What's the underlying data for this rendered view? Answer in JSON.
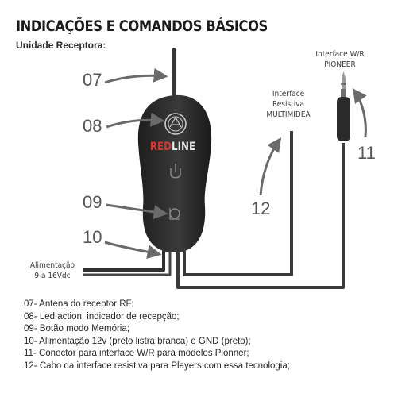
{
  "header": {
    "title": "INDICAÇÕES E COMANDOS BÁSICOS",
    "subtitle": "Unidade Receptora:"
  },
  "device": {
    "brand_red": "RED",
    "brand_line": "LINE",
    "colors": {
      "body": "#2b2b2b",
      "cable": "#3a3a3a",
      "brand_red": "#d23a2f",
      "logo": "#c9c9c9"
    }
  },
  "callouts": {
    "c07": "07",
    "c08": "08",
    "c09": "09",
    "c10": "10",
    "c11": "11",
    "c12": "12"
  },
  "labels": {
    "pioneer": [
      "Interface W/R",
      "PIONEER"
    ],
    "multimidea": [
      "Interface",
      "Resistiva",
      "MULTIMIDEA"
    ],
    "power": [
      "Alimentação",
      "9 a 16Vdc"
    ]
  },
  "legend": [
    "07- Antena do receptor RF;",
    "08- Led action, indicador de recepção;",
    "09- Botão modo Memória;",
    "10- Alimentação 12v (preto listra branca) e GND (preto);",
    "11- Conector para interface W/R para modelos Pionner;",
    "12- Cabo da interface resistiva para Players com essa tecnologia;"
  ]
}
